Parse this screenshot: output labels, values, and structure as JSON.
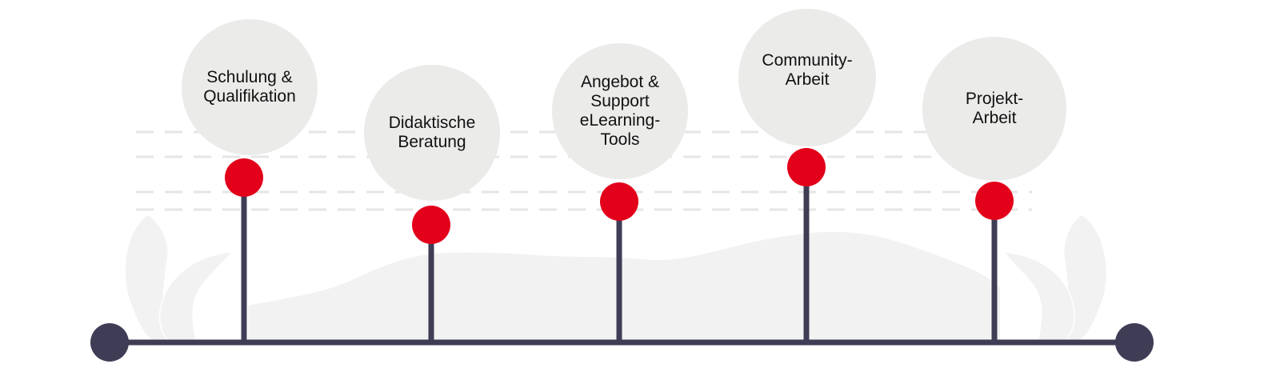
{
  "timeline": {
    "items": [
      {
        "label": "Schulung &\nQualifikation"
      },
      {
        "label": "Didaktische\nBeratung"
      },
      {
        "label": "Angebot &\nSupport\neLearning-\nTools"
      },
      {
        "label": "Community-\nArbeit"
      },
      {
        "label": "Projekt-\nArbeit"
      }
    ]
  },
  "colors": {
    "marker": "#e2001a",
    "line": "#3f3d56",
    "bubble": "#ebebea",
    "decor": "#f2f2f2",
    "dash": "#e6e6e6"
  }
}
